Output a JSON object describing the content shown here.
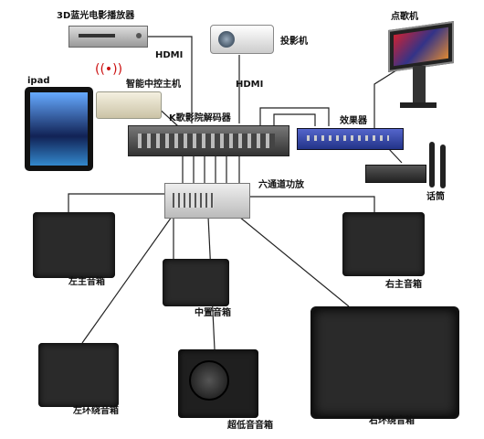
{
  "labels": {
    "bluray": "3D蓝光电影播放器",
    "projector": "投影机",
    "karaoke_machine": "点歌机",
    "ipad": "ipad",
    "controller": "智能中控主机",
    "hdmi_left": "HDMI",
    "hdmi_right": "HDMI",
    "decoder": "K歌影院解码器",
    "effects": "效果器",
    "mic": "话筒",
    "amp": "六通道功放",
    "left_main": "左主音箱",
    "right_main": "右主音箱",
    "center": "中置音箱",
    "left_surround": "左环绕音箱",
    "subwoofer": "超低音音箱",
    "right_surround": "右环绕音箱"
  }
}
